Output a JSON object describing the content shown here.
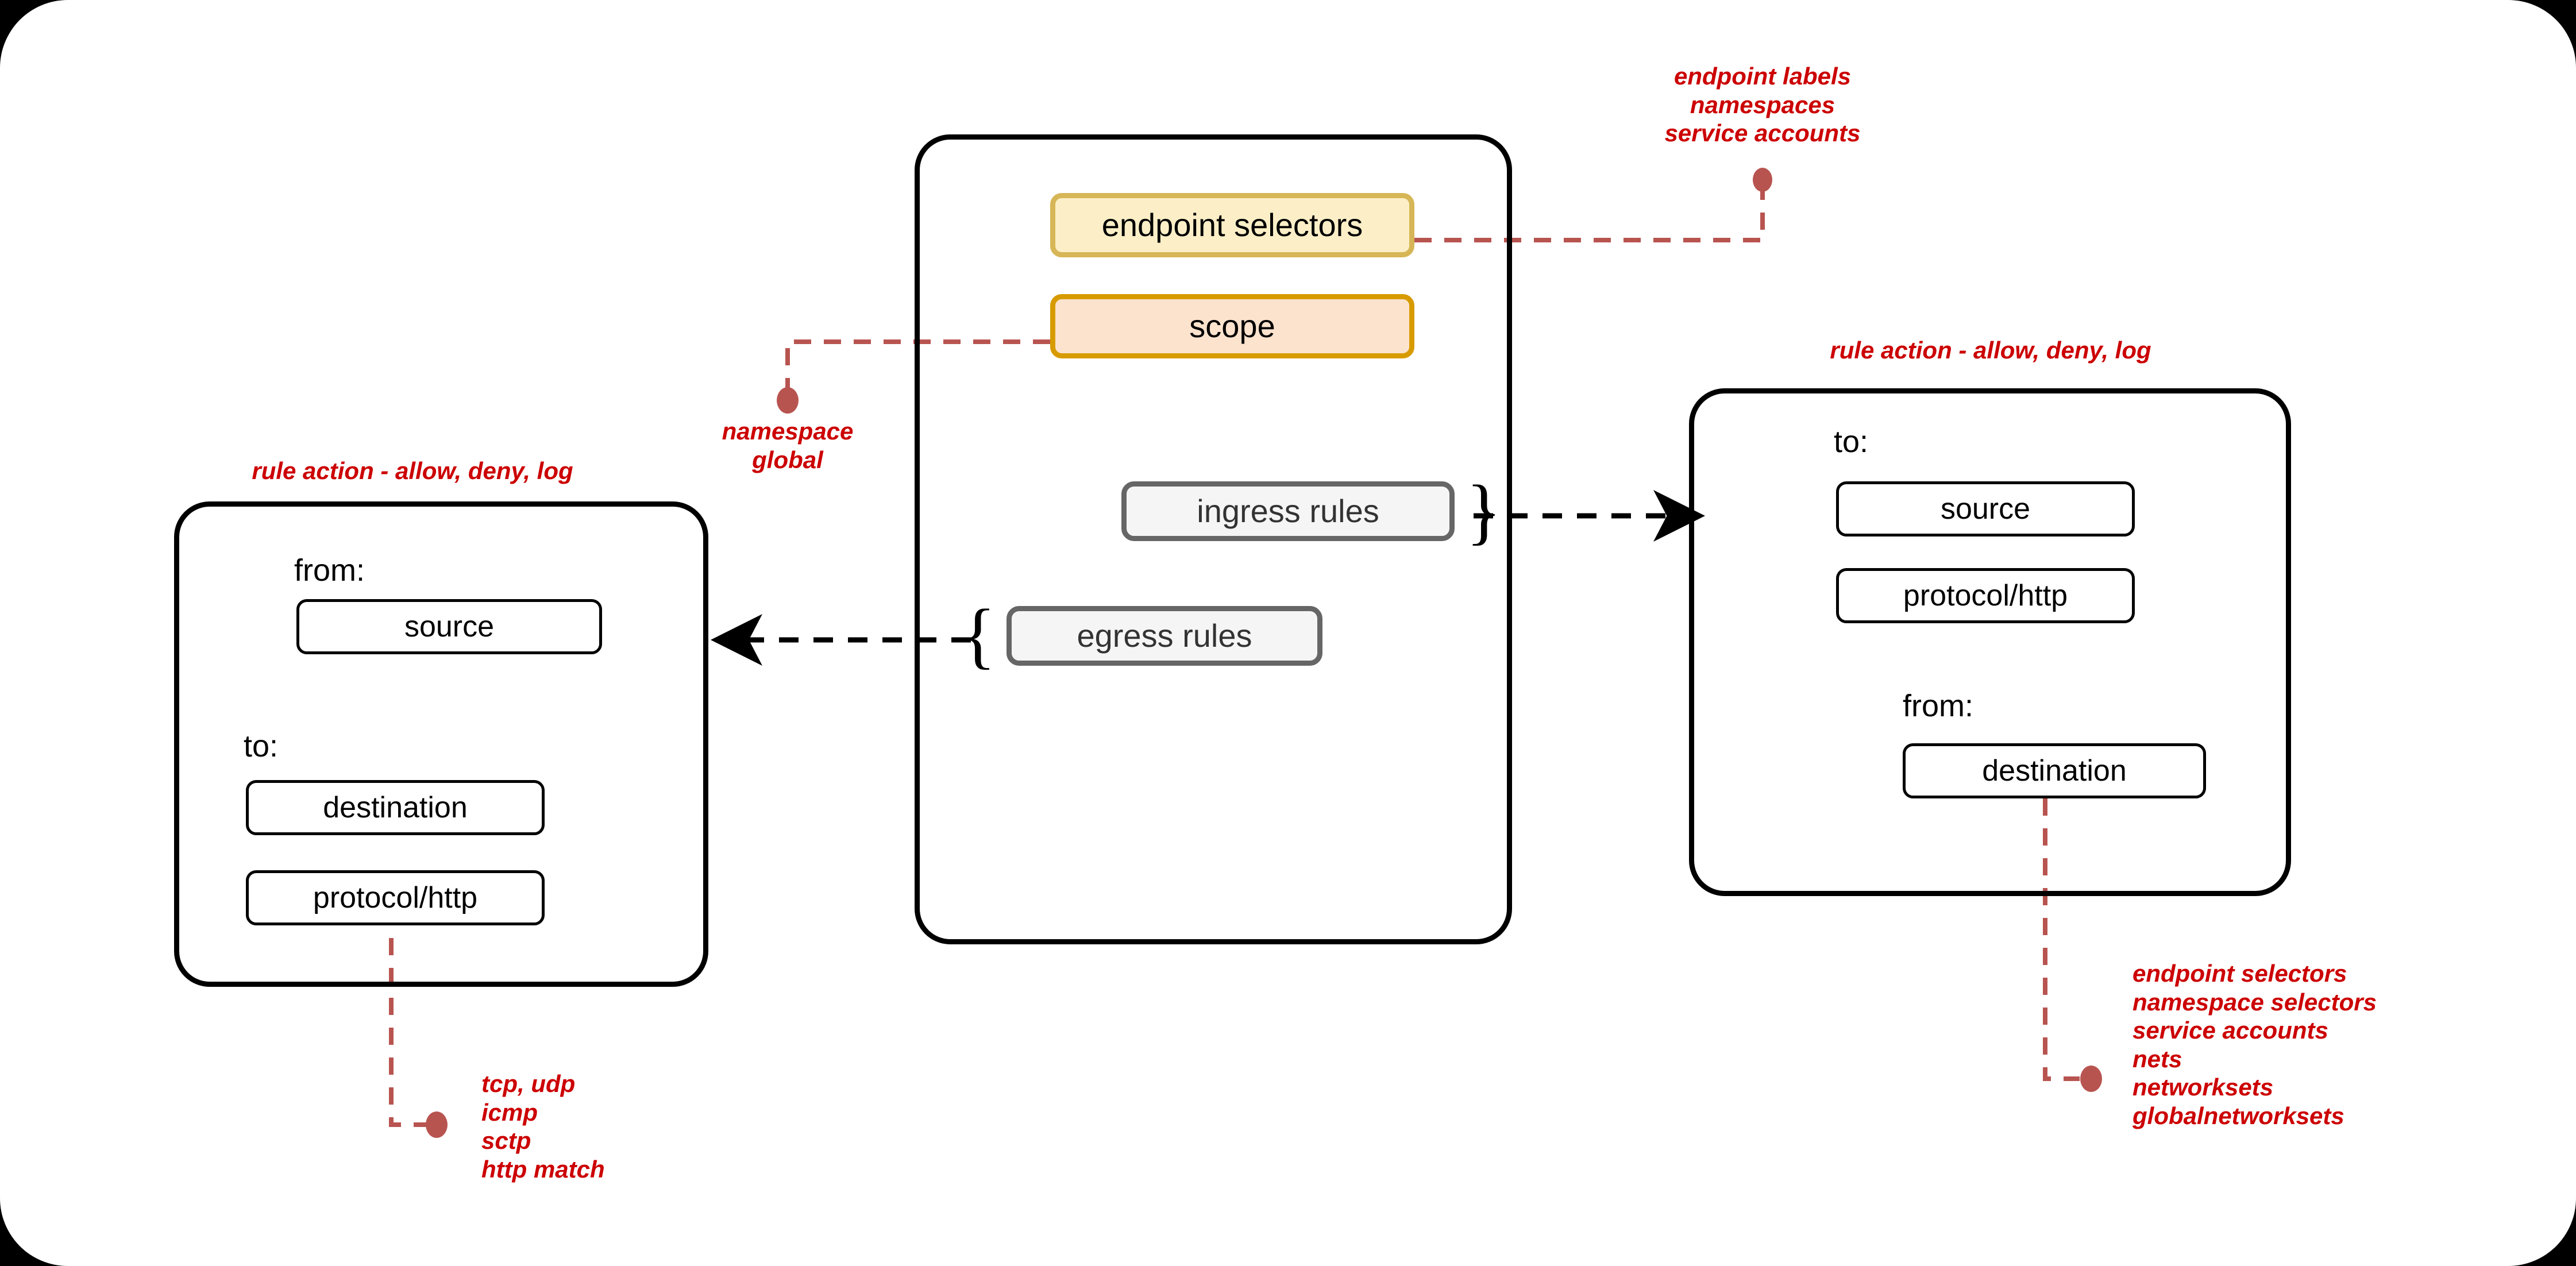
{
  "diagram": {
    "title_visible": false,
    "colors": {
      "page_background": "#000000",
      "sheet": "#ffffff",
      "container_stroke": "#000000",
      "annotation_red": "#cc0000",
      "connector_red": "#b85450",
      "endpoint_selectors_fill": "#fcefc7",
      "endpoint_selectors_stroke": "#d6b656",
      "scope_fill": "#fce3ce",
      "scope_stroke": "#d79b00",
      "rules_fill": "#f5f5f5",
      "rules_stroke": "#666666"
    }
  },
  "policy_panel": {
    "name": "policy",
    "nodes": {
      "endpoint_selectors": "endpoint selectors",
      "scope": "scope",
      "ingress_rules": "ingress rules",
      "egress_rules": "egress rules"
    },
    "braces": {
      "ingress": "}",
      "egress": "{"
    }
  },
  "egress_panel": {
    "heading": "rule action - allow, deny, log",
    "from_label": "from:",
    "to_label": "to:",
    "from_items": [
      "source"
    ],
    "to_items": [
      "destination",
      "protocol/http"
    ]
  },
  "ingress_panel": {
    "heading": "rule action - allow, deny, log",
    "to_label": "to:",
    "from_label": "from:",
    "to_items": [
      "source",
      "protocol/http"
    ],
    "from_items": [
      "destination"
    ]
  },
  "annotations": {
    "endpoint_selectors": {
      "lines": [
        "endpoint labels",
        "namespaces",
        "service accounts"
      ]
    },
    "scope": {
      "lines": [
        "namespace",
        "global"
      ]
    },
    "protocol_left": {
      "lines": [
        "tcp, udp",
        "icmp",
        "sctp",
        "http match"
      ]
    },
    "destination_right": {
      "lines": [
        "endpoint selectors",
        "namespace selectors",
        "service accounts",
        "nets",
        "networksets",
        "globalnetworksets"
      ]
    }
  }
}
